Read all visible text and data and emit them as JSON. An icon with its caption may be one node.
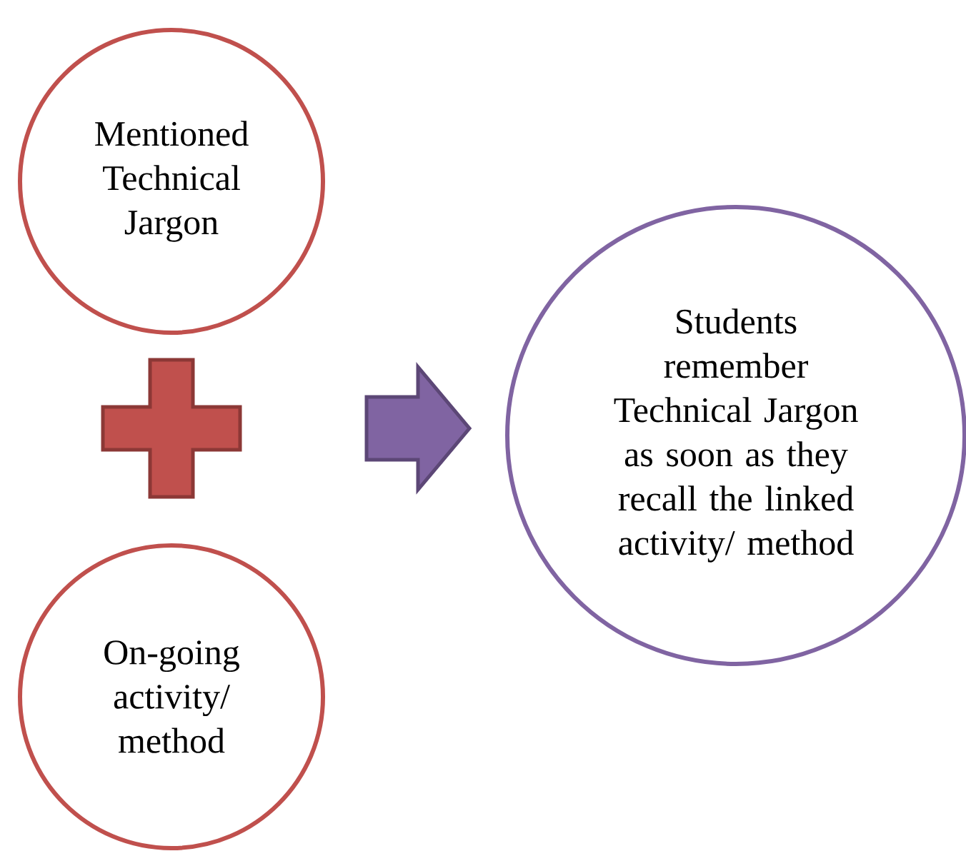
{
  "diagram": {
    "nodes": [
      {
        "text": [
          "Mentioned Technical Jargon"
        ]
      },
      {
        "text": [],
        "shape": "plus"
      },
      {
        "text": [
          "On-going activity/ method"
        ]
      },
      {
        "text": [
          "Students remember Technical Jargon as soon as they recall the linked activity/ method"
        ]
      }
    ],
    "edges": [
      {
        "from": null,
        "to": 3,
        "arrow": "to"
      }
    ]
  }
}
